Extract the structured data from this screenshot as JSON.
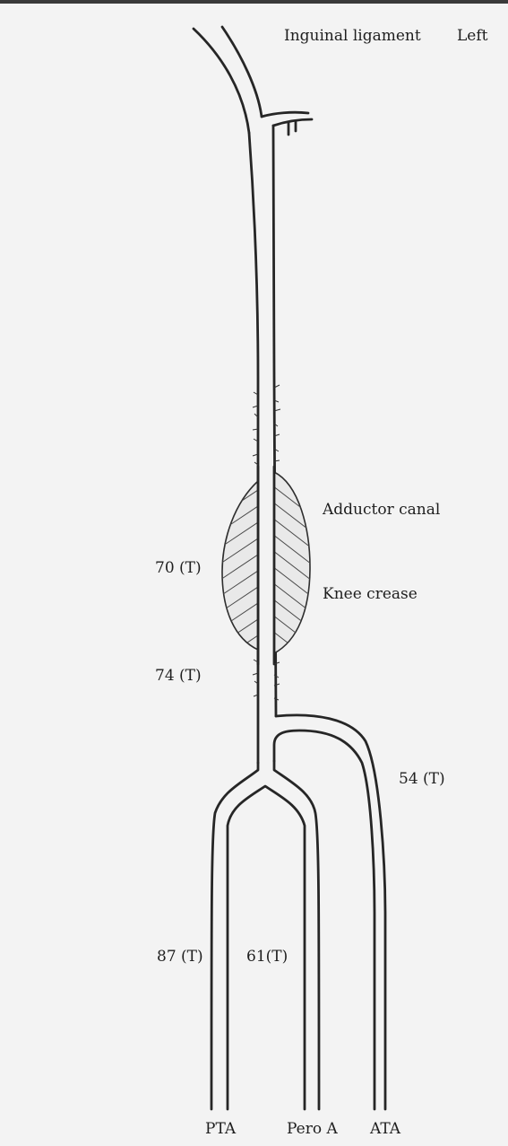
{
  "diagram": {
    "side_label": "Left",
    "labels": {
      "inguinal_ligament": "Inguinal ligament",
      "adductor_canal": "Adductor canal",
      "knee_crease": "Knee crease"
    },
    "measurements": {
      "sfa_upper": "70 (T)",
      "sfa_lower": "74 (T)",
      "ata_proximal": "54 (T)",
      "pta_distal": "87 (T)",
      "pero_distal": "61(T)"
    },
    "vessels": {
      "pta": "PTA",
      "pero": "Pero A",
      "ata": "ATA"
    }
  }
}
